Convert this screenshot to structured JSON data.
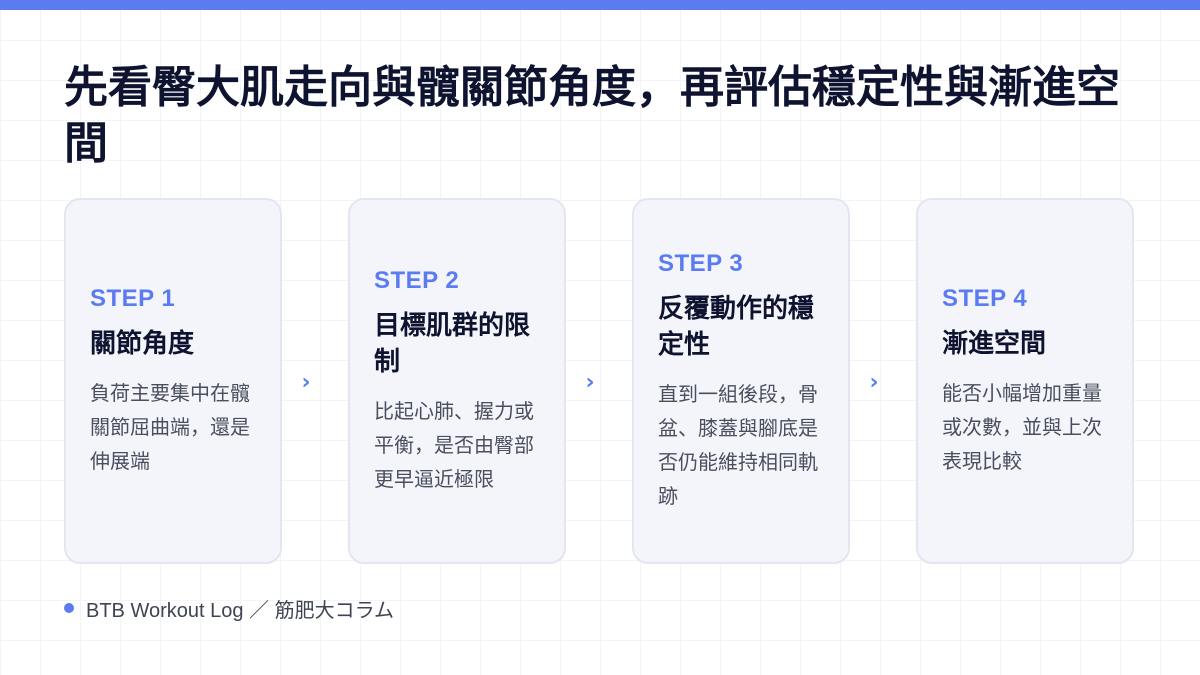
{
  "title": "先看臀大肌走向與髖關節角度，再評估穩定性與漸進空間",
  "steps": [
    {
      "label": "STEP 1",
      "title": "關節角度",
      "desc": "負荷主要集中在髖關節屈曲端，還是伸展端"
    },
    {
      "label": "STEP 2",
      "title": "目標肌群的限制",
      "desc": "比起心肺、握力或平衡，是否由臀部更早逼近極限"
    },
    {
      "label": "STEP 3",
      "title": "反覆動作的穩定性",
      "desc": "直到一組後段，骨盆、膝蓋與腳底是否仍能維持相同軌跡"
    },
    {
      "label": "STEP 4",
      "title": "漸進空間",
      "desc": "能否小幅增加重量或次數，並與上次表現比較"
    }
  ],
  "arrow_glyph": "›",
  "footer": {
    "text": "BTB Workout Log ／ 筋肥大コラム"
  },
  "colors": {
    "accent": "#5b7cf0",
    "title": "#0e1430",
    "body_text": "#4a4f5e",
    "card_bg": "#f4f5fb",
    "card_border": "#e3e6f0"
  }
}
